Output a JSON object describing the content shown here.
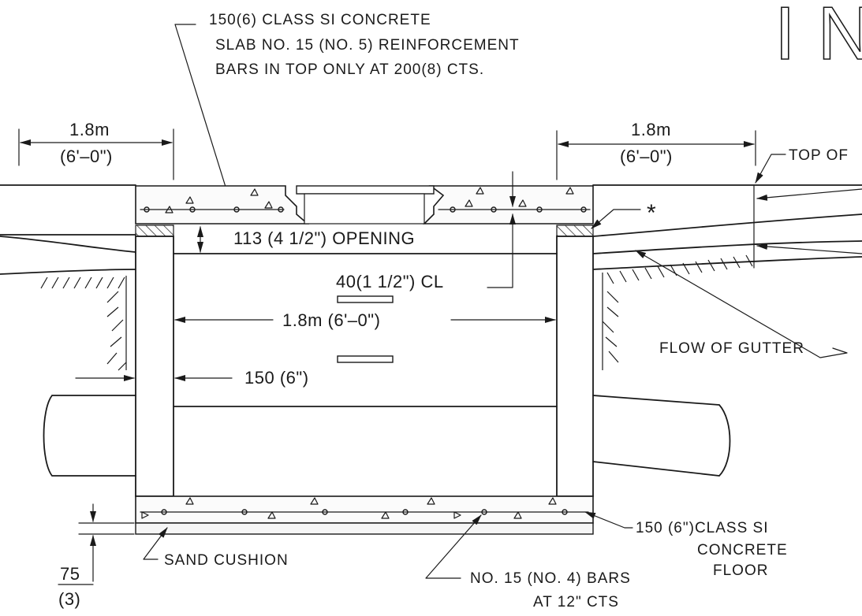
{
  "title_fragment": "INL",
  "labels": {
    "slab_line1": "150(6) CLASS SI CONCRETE",
    "slab_line2": "SLAB NO. 15 (NO. 5) REINFORCEMENT",
    "slab_line3": "BARS IN TOP ONLY AT 200(8) CTS.",
    "left_dim_m": "1.8m",
    "left_dim_ft": "(6'–0\")",
    "right_dim_m": "1.8m",
    "right_dim_ft": "(6'–0\")",
    "top_of": "TOP OF",
    "asterisk": "*",
    "opening": "113 (4 1/2\") OPENING",
    "clear_cover": "40(1 1/2\") CL",
    "inner_width": "1.8m (6'–0\")",
    "wall_thickness": "150 (6\")",
    "flow_of_gutter": "FLOW OF GUTTER",
    "floor_line1": "150 (6\")CLASS SI",
    "floor_line2": "CONCRETE",
    "floor_line3": "FLOOR",
    "sand_cushion": "SAND CUSHION",
    "bars_line1": "NO. 15 (NO. 4) BARS",
    "bars_line2": "AT 12\" CTS",
    "cushion_dim_mm": "75",
    "cushion_dim_in": "(3)"
  }
}
